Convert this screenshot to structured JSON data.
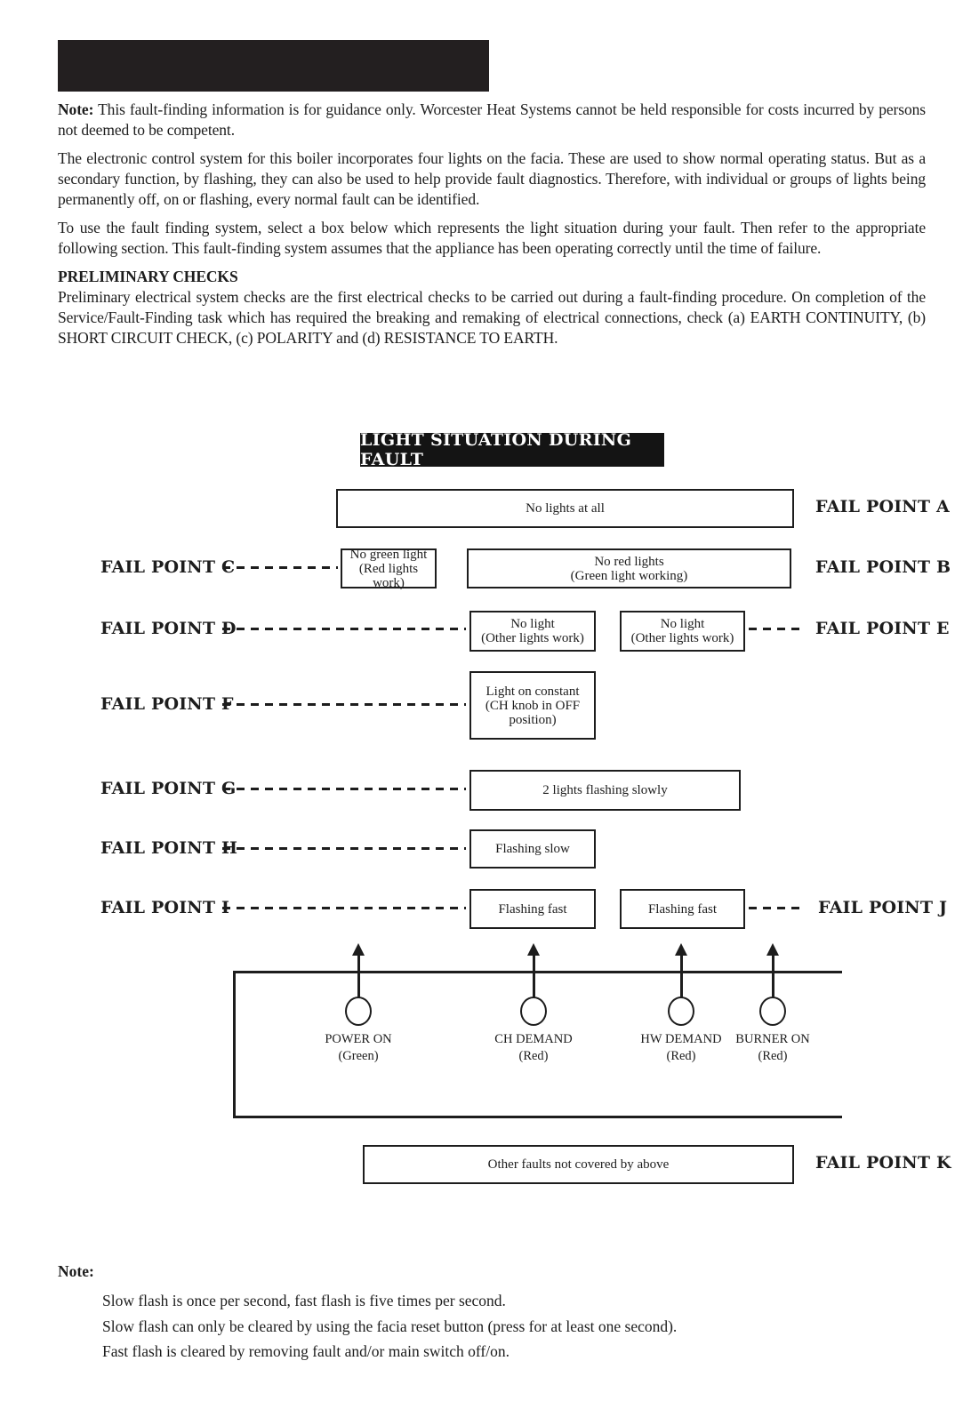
{
  "colors": {
    "ink": "#1d1d1d",
    "header_bar": "#231f20",
    "title_bar_bg": "#141414",
    "title_bar_text": "#ffffff"
  },
  "intro": {
    "note_label": "Note:",
    "note_body": "This fault-finding information is for guidance only. Worcester Heat Systems cannot be held responsible for costs incurred by persons not deemed to be competent.",
    "para_control_system": "The electronic control system for this boiler incorporates four lights on the facia. These are used to show normal operating status. But as a secondary function, by flashing, they can also be used to help provide fault diagnostics. Therefore, with individual or groups of lights being permanently off, on or flashing, every normal fault can be identified.",
    "para_usage": "To use the fault finding system, select a box below which represents the light situation during your fault. Then refer to the appropriate following section. This fault-finding system assumes that the appliance has been operating correctly until the time of failure.",
    "preliminary_heading": "PRELIMINARY CHECKS",
    "preliminary_body": "Preliminary electrical system checks are the first electrical checks to be carried out during a fault-finding procedure. On completion of the Service/Fault-Finding task which has required the breaking and remaking of electrical connections, check (a) EARTH CONTINUITY, (b) SHORT CIRCUIT CHECK, (c) POLARITY and (d) RESISTANCE TO EARTH."
  },
  "diagram": {
    "title": "LIGHT SITUATION DURING FAULT",
    "boxes": {
      "a": "No lights at all",
      "c_line1": "No green light",
      "c_line2": "(Red lights work)",
      "b_line1": "No red lights",
      "b_line2": "(Green light working)",
      "d_line1": "No light",
      "d_line2": "(Other lights work)",
      "e_line1": "No light",
      "e_line2": "(Other lights work)",
      "f_line1": "Light on constant",
      "f_line2": "(CH knob in OFF",
      "f_line3": "position)",
      "g": "2 lights flashing slowly",
      "h": "Flashing slow",
      "i": "Flashing fast",
      "j": "Flashing fast",
      "k": "Other faults not covered by above"
    },
    "fail_points": {
      "a": "FAIL POINT A",
      "b": "FAIL POINT B",
      "c": "FAIL POINT C",
      "d": "FAIL POINT D",
      "e": "FAIL POINT E",
      "f": "FAIL POINT F",
      "g": "FAIL POINT G",
      "h": "FAIL POINT H",
      "i": "FAIL POINT I",
      "j": "FAIL POINT J",
      "k": "FAIL POINT K"
    },
    "lights": [
      {
        "name": "POWER ON",
        "color_label": "(Green)"
      },
      {
        "name": "CH DEMAND",
        "color_label": "(Red)"
      },
      {
        "name": "HW DEMAND",
        "color_label": "(Red)"
      },
      {
        "name": "BURNER ON",
        "color_label": "(Red)"
      }
    ]
  },
  "footer_note": {
    "label": "Note:",
    "line1": "Slow flash is once per second, fast flash is five times per second.",
    "line2": "Slow flash can only be cleared by using the facia reset button (press for at least one second).",
    "line3": "Fast flash is cleared by removing fault and/or main switch off/on."
  }
}
